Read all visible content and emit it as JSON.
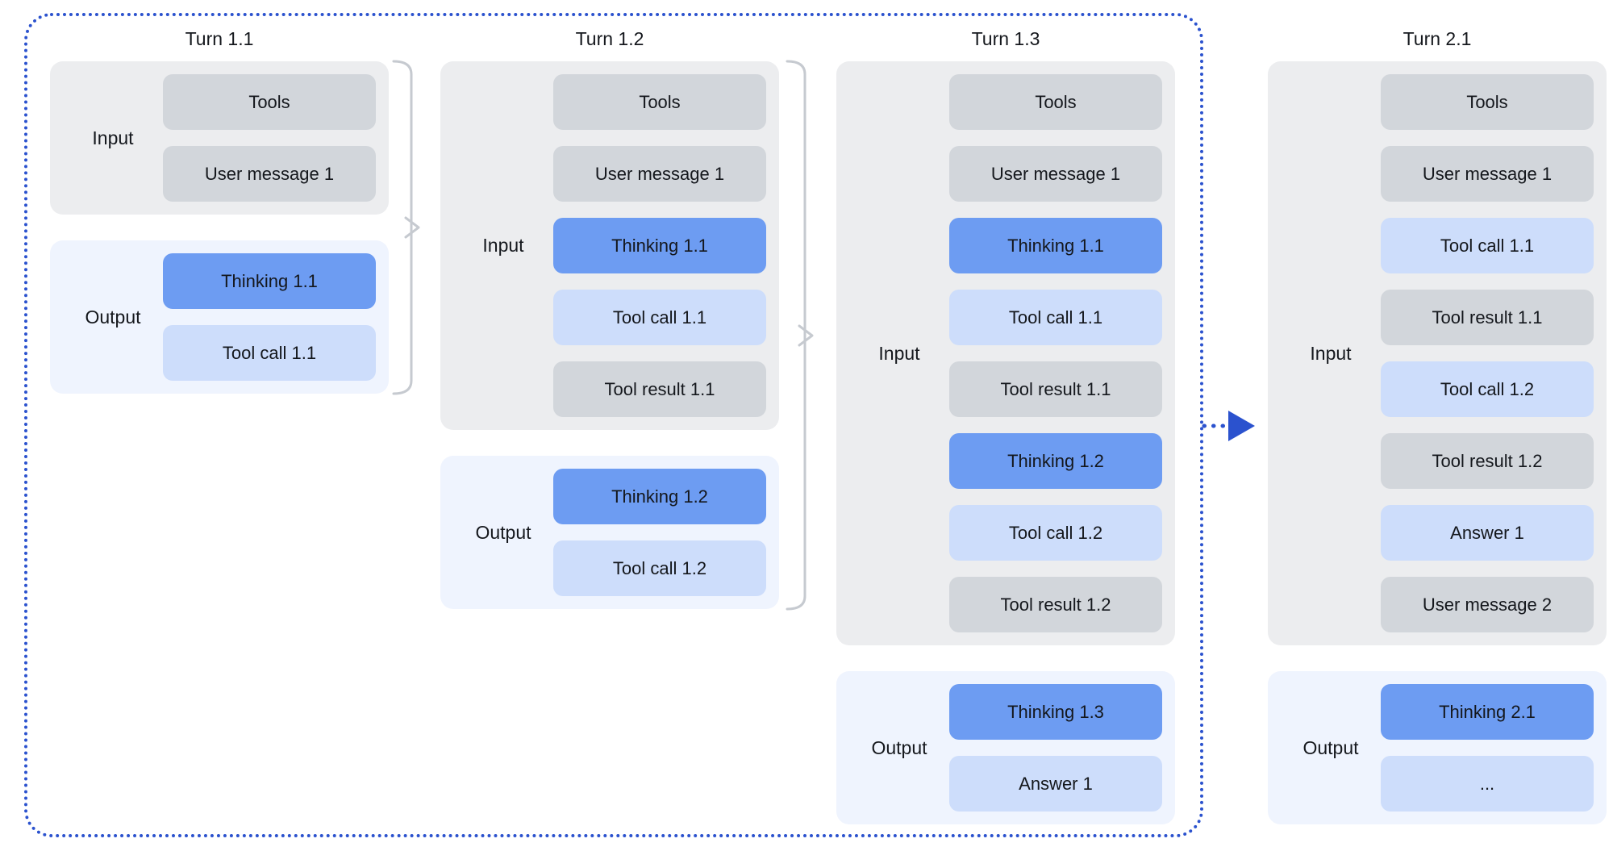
{
  "diagram": {
    "title_row": [
      "Turn 1.1",
      "Turn 1.2",
      "Turn 1.3",
      "Turn 2.1"
    ],
    "colors": {
      "thinking_block": "#6D9CF2",
      "tool_call_block": "#CDDDFB",
      "neutral_block": "#D2D6DB",
      "input_container": "#ECEDEF",
      "output_container": "#EFF4FE",
      "context_window_border": "#2B52CE",
      "connector_gray": "#C6CAD0"
    },
    "turns": [
      {
        "title": "Turn 1.1",
        "input_label": "Input",
        "output_label": "Output",
        "input_blocks": [
          {
            "label": "Tools",
            "type": "neutral"
          },
          {
            "label": "User message 1",
            "type": "neutral"
          }
        ],
        "output_blocks": [
          {
            "label": "Thinking 1.1",
            "type": "thinking"
          },
          {
            "label": "Tool call 1.1",
            "type": "tool_call"
          }
        ]
      },
      {
        "title": "Turn 1.2",
        "input_label": "Input",
        "output_label": "Output",
        "input_blocks": [
          {
            "label": "Tools",
            "type": "neutral"
          },
          {
            "label": "User message 1",
            "type": "neutral"
          },
          {
            "label": "Thinking 1.1",
            "type": "thinking"
          },
          {
            "label": "Tool call 1.1",
            "type": "tool_call"
          },
          {
            "label": "Tool result 1.1",
            "type": "neutral"
          }
        ],
        "output_blocks": [
          {
            "label": "Thinking 1.2",
            "type": "thinking"
          },
          {
            "label": "Tool call 1.2",
            "type": "tool_call"
          }
        ]
      },
      {
        "title": "Turn 1.3",
        "input_label": "Input",
        "output_label": "Output",
        "input_blocks": [
          {
            "label": "Tools",
            "type": "neutral"
          },
          {
            "label": "User message 1",
            "type": "neutral"
          },
          {
            "label": "Thinking 1.1",
            "type": "thinking"
          },
          {
            "label": "Tool call 1.1",
            "type": "tool_call"
          },
          {
            "label": "Tool result 1.1",
            "type": "neutral"
          },
          {
            "label": "Thinking 1.2",
            "type": "thinking"
          },
          {
            "label": "Tool call 1.2",
            "type": "tool_call"
          },
          {
            "label": "Tool result 1.2",
            "type": "neutral"
          }
        ],
        "output_blocks": [
          {
            "label": "Thinking 1.3",
            "type": "thinking"
          },
          {
            "label": "Answer 1",
            "type": "tool_call"
          }
        ]
      },
      {
        "title": "Turn 2.1",
        "input_label": "Input",
        "output_label": "Output",
        "input_blocks": [
          {
            "label": "Tools",
            "type": "neutral"
          },
          {
            "label": "User message 1",
            "type": "neutral"
          },
          {
            "label": "Tool call 1.1",
            "type": "tool_call"
          },
          {
            "label": "Tool result 1.1",
            "type": "neutral"
          },
          {
            "label": "Tool call 1.2",
            "type": "tool_call"
          },
          {
            "label": "Tool result 1.2",
            "type": "neutral"
          },
          {
            "label": "Answer 1",
            "type": "tool_call"
          },
          {
            "label": "User message 2",
            "type": "neutral"
          }
        ],
        "output_blocks": [
          {
            "label": "Thinking 2.1",
            "type": "thinking"
          },
          {
            "label": "...",
            "type": "tool_call"
          }
        ]
      }
    ]
  }
}
